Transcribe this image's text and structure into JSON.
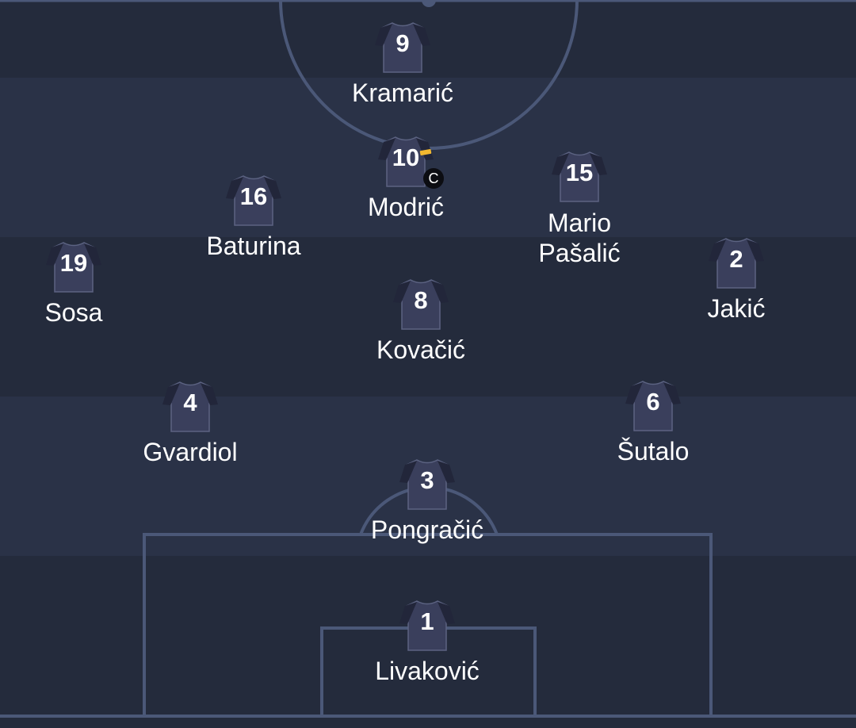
{
  "colors": {
    "stripe_dark": "#242b3c",
    "stripe_light": "#2a3247",
    "pitch_line": "#4b5878",
    "shirt_body": "#3a3f5c",
    "shirt_sleeve": "#22263a",
    "captain_armband": "#f2b830"
  },
  "captain_badge": "C",
  "players": {
    "kramaric": {
      "number": "9",
      "name": "Kramarić"
    },
    "modric": {
      "number": "10",
      "name": "Modrić",
      "captain": true
    },
    "pasalic": {
      "number": "15",
      "name": "Mario Pašalić"
    },
    "baturina": {
      "number": "16",
      "name": "Baturina"
    },
    "sosa": {
      "number": "19",
      "name": "Sosa"
    },
    "jakic": {
      "number": "2",
      "name": "Jakić"
    },
    "kovacic": {
      "number": "8",
      "name": "Kovačić"
    },
    "gvardiol": {
      "number": "4",
      "name": "Gvardiol"
    },
    "sutalo": {
      "number": "6",
      "name": "Šutalo"
    },
    "pongracic": {
      "number": "3",
      "name": "Pongračić"
    },
    "livakovic": {
      "number": "1",
      "name": "Livaković"
    }
  }
}
